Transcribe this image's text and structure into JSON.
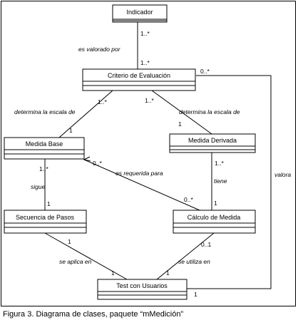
{
  "classes": {
    "indicador": "Indicador",
    "criterio": "Criterio de Evaluación",
    "medida_base": "Medida Base",
    "medida_derivada": "Medida Derivada",
    "secuencia": "Secuencia de Pasos",
    "calculo": "Cálculo de Medida",
    "test": "Test con Usuarios"
  },
  "associations": {
    "ind_crit": {
      "role": "es valorado por",
      "mult_top": "1..*",
      "mult_bottom": "1..*"
    },
    "crit_base": {
      "role": "determina la escala de",
      "mult_crit": "1..*",
      "mult_base": "1"
    },
    "crit_deriv": {
      "role": "determina la escala de",
      "mult_crit": "1..*",
      "mult_deriv": "1"
    },
    "base_sec": {
      "role": "sigue",
      "mult_base": "1..*",
      "mult_sec": "1"
    },
    "base_calc": {
      "role": "es requerida para",
      "mult_base": "0..*",
      "mult_calc": "0..*"
    },
    "deriv_calc": {
      "role": "tiene",
      "mult_deriv": "1..*",
      "mult_calc": "1"
    },
    "sec_test": {
      "role": "se aplica en",
      "mult_sec": "1",
      "mult_test": "1"
    },
    "calc_test": {
      "role": "se utiliza en",
      "mult_calc": "0..1",
      "mult_test": "1"
    },
    "crit_test": {
      "role": "valora",
      "mult_crit": "0..*",
      "mult_test": "1"
    }
  },
  "caption": "Figura 3.  Diagrama de clases, paquete “mMedición”"
}
